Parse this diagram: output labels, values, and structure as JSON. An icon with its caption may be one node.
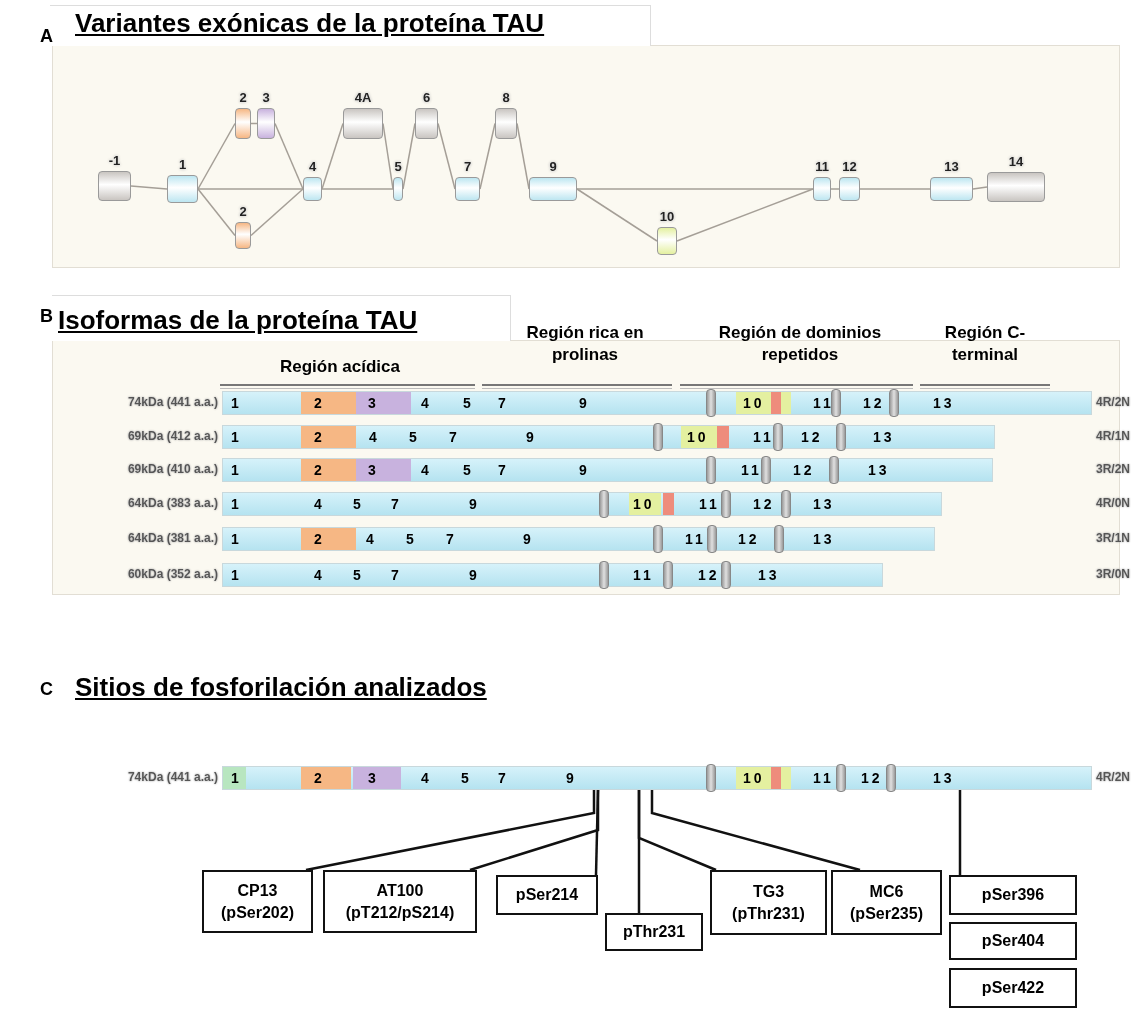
{
  "diagram": {
    "nodes": [
      {
        "text": [
          "-1"
        ]
      },
      {
        "text": [
          "1"
        ]
      },
      {
        "text": [
          "2"
        ]
      },
      {
        "text": [
          "3"
        ]
      },
      {
        "text": [
          "2"
        ]
      },
      {
        "text": [
          "4"
        ]
      },
      {
        "text": [
          "4A"
        ]
      },
      {
        "text": [
          "5"
        ]
      },
      {
        "text": [
          "6"
        ]
      },
      {
        "text": [
          "7"
        ]
      },
      {
        "text": [
          "8"
        ]
      },
      {
        "text": [
          "9"
        ]
      },
      {
        "text": [
          "10"
        ]
      },
      {
        "text": [
          "11"
        ]
      },
      {
        "text": [
          "12"
        ]
      },
      {
        "text": [
          "13"
        ]
      },
      {
        "text": [
          "14"
        ]
      },
      {
        "text": [
          "1",
          "2",
          "3",
          "4",
          "5",
          "7",
          "9",
          "10",
          "11",
          "12",
          "13"
        ],
        "beside": [
          "74kDa (441 a.a.)",
          "4R/2N"
        ]
      },
      {
        "text": [
          "1",
          "2",
          "4",
          "5",
          "7",
          "9",
          "10",
          "11",
          "12",
          "13"
        ],
        "beside": [
          "69kDa (412 a.a.)"
        ]
      },
      {
        "text": [
          "1",
          "2",
          "3",
          "4",
          "5",
          "7",
          "9",
          "11",
          "12",
          "13"
        ],
        "beside": [
          "69kDa (410 a.a.)"
        ]
      },
      {
        "text": [
          "1",
          "4",
          "5",
          "7",
          "9",
          "10",
          "11",
          "12",
          "13"
        ],
        "beside": [
          "64kDa (383 a.a.)"
        ]
      },
      {
        "text": [
          "1",
          "2",
          "4",
          "5",
          "7",
          "9",
          "11",
          "12",
          "13"
        ],
        "beside": [
          "64kDa (381 a.a.)"
        ]
      },
      {
        "text": [
          "1",
          "4",
          "5",
          "7",
          "9",
          "11",
          "12",
          "13"
        ],
        "beside": [
          "60kDa (352 a.a.)"
        ]
      },
      {
        "text": [
          "1",
          "2",
          "3",
          "4",
          "5",
          "7",
          "9",
          "10",
          "11",
          "12",
          "13"
        ],
        "beside": [
          "74kDa (441 a.a.)",
          "4R/2N"
        ]
      },
      {
        "text": [
          "CP13 (pSer202)"
        ]
      },
      {
        "text": [
          "AT100 (pT212/pS214)"
        ]
      },
      {
        "text": [
          "pSer214"
        ]
      },
      {
        "text": [
          "pThr231"
        ]
      },
      {
        "text": [
          "TG3 (pThr231)"
        ]
      },
      {
        "text": [
          "MC6 (pSer235)"
        ]
      },
      {
        "text": [
          "pSer396"
        ]
      },
      {
        "text": [
          "pSer404"
        ]
      },
      {
        "text": [
          "pSer422"
        ]
      }
    ],
    "edges": [
      {
        "from": 0,
        "to": 1,
        "arrow": "none"
      },
      {
        "from": 1,
        "to": 2,
        "arrow": "none"
      },
      {
        "from": 2,
        "to": 3,
        "arrow": "none"
      },
      {
        "from": 3,
        "to": 5,
        "arrow": "none"
      },
      {
        "from": 1,
        "to": 5,
        "arrow": "none"
      },
      {
        "from": 1,
        "to": 4,
        "arrow": "none"
      },
      {
        "from": 4,
        "to": 5,
        "arrow": "none"
      },
      {
        "from": 5,
        "to": 6,
        "arrow": "none"
      },
      {
        "from": 6,
        "to": 7,
        "arrow": "none"
      },
      {
        "from": 5,
        "to": 7,
        "arrow": "none"
      },
      {
        "from": 7,
        "to": 8,
        "arrow": "none"
      },
      {
        "from": 8,
        "to": 9,
        "arrow": "none"
      },
      {
        "from": 9,
        "to": 10,
        "arrow": "none"
      },
      {
        "from": 10,
        "to": 11,
        "arrow": "none"
      },
      {
        "from": 11,
        "to": 12,
        "arrow": "none"
      },
      {
        "from": 12,
        "to": 13,
        "arrow": "none"
      },
      {
        "from": 11,
        "to": 13,
        "arrow": "none"
      },
      {
        "from": 13,
        "to": 14,
        "arrow": "none"
      },
      {
        "from": 14,
        "to": 15,
        "arrow": "none"
      },
      {
        "from": 15,
        "to": 16,
        "arrow": "none"
      },
      {
        "from": 24,
        "to": 23,
        "arrow": "none",
        "color": "#111111"
      },
      {
        "from": 25,
        "to": 23,
        "arrow": "none",
        "color": "#111111"
      },
      {
        "from": 26,
        "to": 23,
        "arrow": "none",
        "color": "#111111"
      },
      {
        "from": 27,
        "to": 23,
        "arrow": "none",
        "color": "#111111"
      },
      {
        "from": 28,
        "to": 23,
        "arrow": "none",
        "color": "#111111"
      },
      {
        "from": 29,
        "to": 23,
        "arrow": "none",
        "color": "#111111"
      },
      {
        "from": 30,
        "to": 23,
        "arrow": "none",
        "color": "#111111"
      }
    ],
    "labels": [
      "A",
      "Variantes exónicas de la proteína TAU",
      "B",
      "Isoformas de la proteína TAU",
      "Región acídica",
      "Región rica en prolinas",
      "Región de dominios repetidos",
      "Región C-terminal",
      "4R/1N",
      "3R/2N",
      "4R/0N",
      "3R/1N",
      "3R/0N",
      "C",
      "Sitios de fosforilación analizados"
    ]
  }
}
